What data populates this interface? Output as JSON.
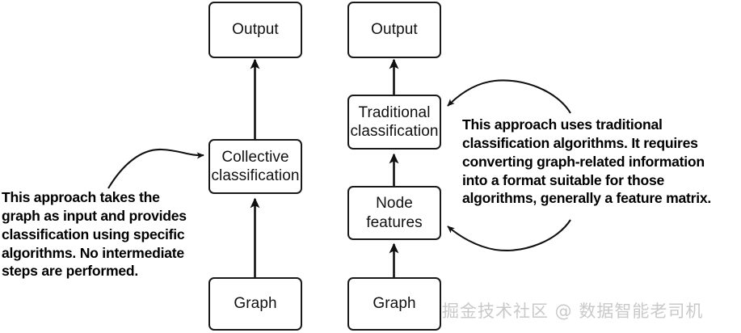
{
  "diagram": {
    "title_present": false,
    "colors": {
      "box_border": "#1a1a1a",
      "box_fill": "#ffffff",
      "arrow": "#111111",
      "text": "#111111",
      "annotation_text": "#000000",
      "watermark": "#c9c9c9",
      "background": "#ffffff"
    },
    "columns": [
      {
        "name": "collective-classification-pipeline",
        "nodes": [
          {
            "id": "left-output",
            "label": "Output"
          },
          {
            "id": "left-collective-classification",
            "label": "Collective\nclassification"
          },
          {
            "id": "left-graph",
            "label": "Graph"
          }
        ]
      },
      {
        "name": "traditional-classification-pipeline",
        "nodes": [
          {
            "id": "right-output",
            "label": "Output"
          },
          {
            "id": "right-traditional-classification",
            "label": "Traditional\nclassification"
          },
          {
            "id": "right-node-features",
            "label": "Node\nfeatures"
          },
          {
            "id": "right-graph",
            "label": "Graph"
          }
        ]
      }
    ],
    "annotations": [
      {
        "id": "left-annotation",
        "text": "This approach takes the\ngraph as input and provides\nclassification using specific\nalgorithms. No intermediate\nsteps are performed.",
        "points_to": "left-collective-classification"
      },
      {
        "id": "right-annotation",
        "text": "This approach uses traditional\nclassification algorithms. It requires\nconverting graph-related information\ninto a format suitable for those\nalgorithms, generally a feature matrix.",
        "points_to": "right-traditional-classification, right-node-features"
      }
    ],
    "flow_arrows": [
      {
        "from": "left-graph",
        "to": "left-collective-classification"
      },
      {
        "from": "left-collective-classification",
        "to": "left-output"
      },
      {
        "from": "right-graph",
        "to": "right-node-features"
      },
      {
        "from": "right-node-features",
        "to": "right-traditional-classification"
      },
      {
        "from": "right-traditional-classification",
        "to": "right-output"
      }
    ],
    "watermark": "掘金技术社区 @ 数据智能老司机"
  }
}
